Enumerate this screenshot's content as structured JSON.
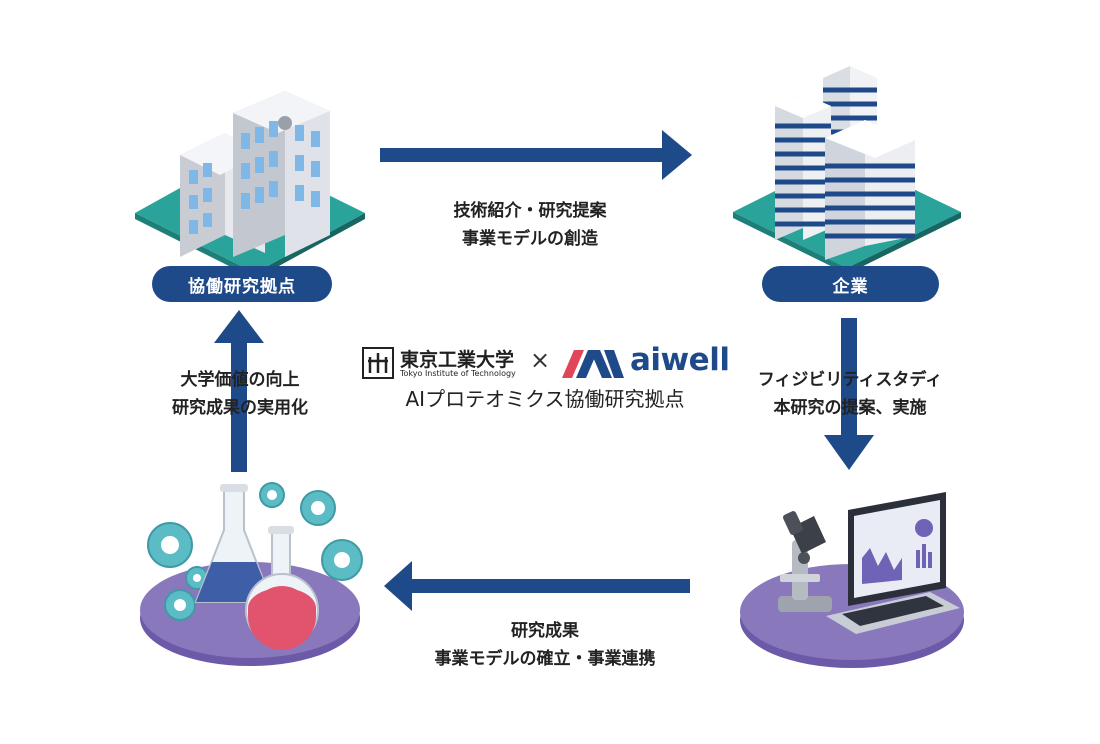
{
  "nodes": {
    "research_base": "協働研究拠点",
    "company": "企業"
  },
  "edges": {
    "top": {
      "line1": "技術紹介・研究提案",
      "line2": "事業モデルの創造"
    },
    "right": {
      "line1": "フィジビリティスタディ",
      "line2": "本研究の提案、実施"
    },
    "bottom": {
      "line1": "研究成果",
      "line2": "事業モデルの確立・事業連携"
    },
    "left": {
      "line1": "大学価値の向上",
      "line2": "研究成果の実用化"
    }
  },
  "center": {
    "university_name": "東京工業大学",
    "university_name_en": "Tokyo Institute of Technology",
    "cross": "×",
    "partner_name": "aiwell",
    "subtitle": "AIプロテオミクス協働研究拠点"
  },
  "colors": {
    "primary": "#1f4a8a",
    "ground": "#2aa39a",
    "disk": "#8a78bd",
    "gear": "#5bbcc6",
    "flask_red": "#e2546e",
    "logo_red": "#e0455a"
  }
}
